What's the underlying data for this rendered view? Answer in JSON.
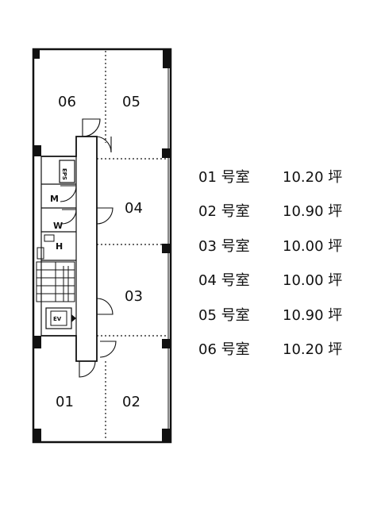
{
  "rooms": {
    "r06": "06",
    "r05": "05",
    "r04": "04",
    "r03": "03",
    "r01": "01",
    "r02": "02"
  },
  "facilities": {
    "eps": "EPS",
    "m": "M",
    "w": "W",
    "h": "H",
    "ev": "EV"
  },
  "legend": [
    {
      "room": "01 号室",
      "area": "10.20 坪"
    },
    {
      "room": "02 号室",
      "area": "10.90 坪"
    },
    {
      "room": "03 号室",
      "area": "10.00 坪"
    },
    {
      "room": "04 号室",
      "area": "10.00 坪"
    },
    {
      "room": "05 号室",
      "area": "10.90 坪"
    },
    {
      "room": "06 号室",
      "area": "10.20 坪"
    }
  ]
}
